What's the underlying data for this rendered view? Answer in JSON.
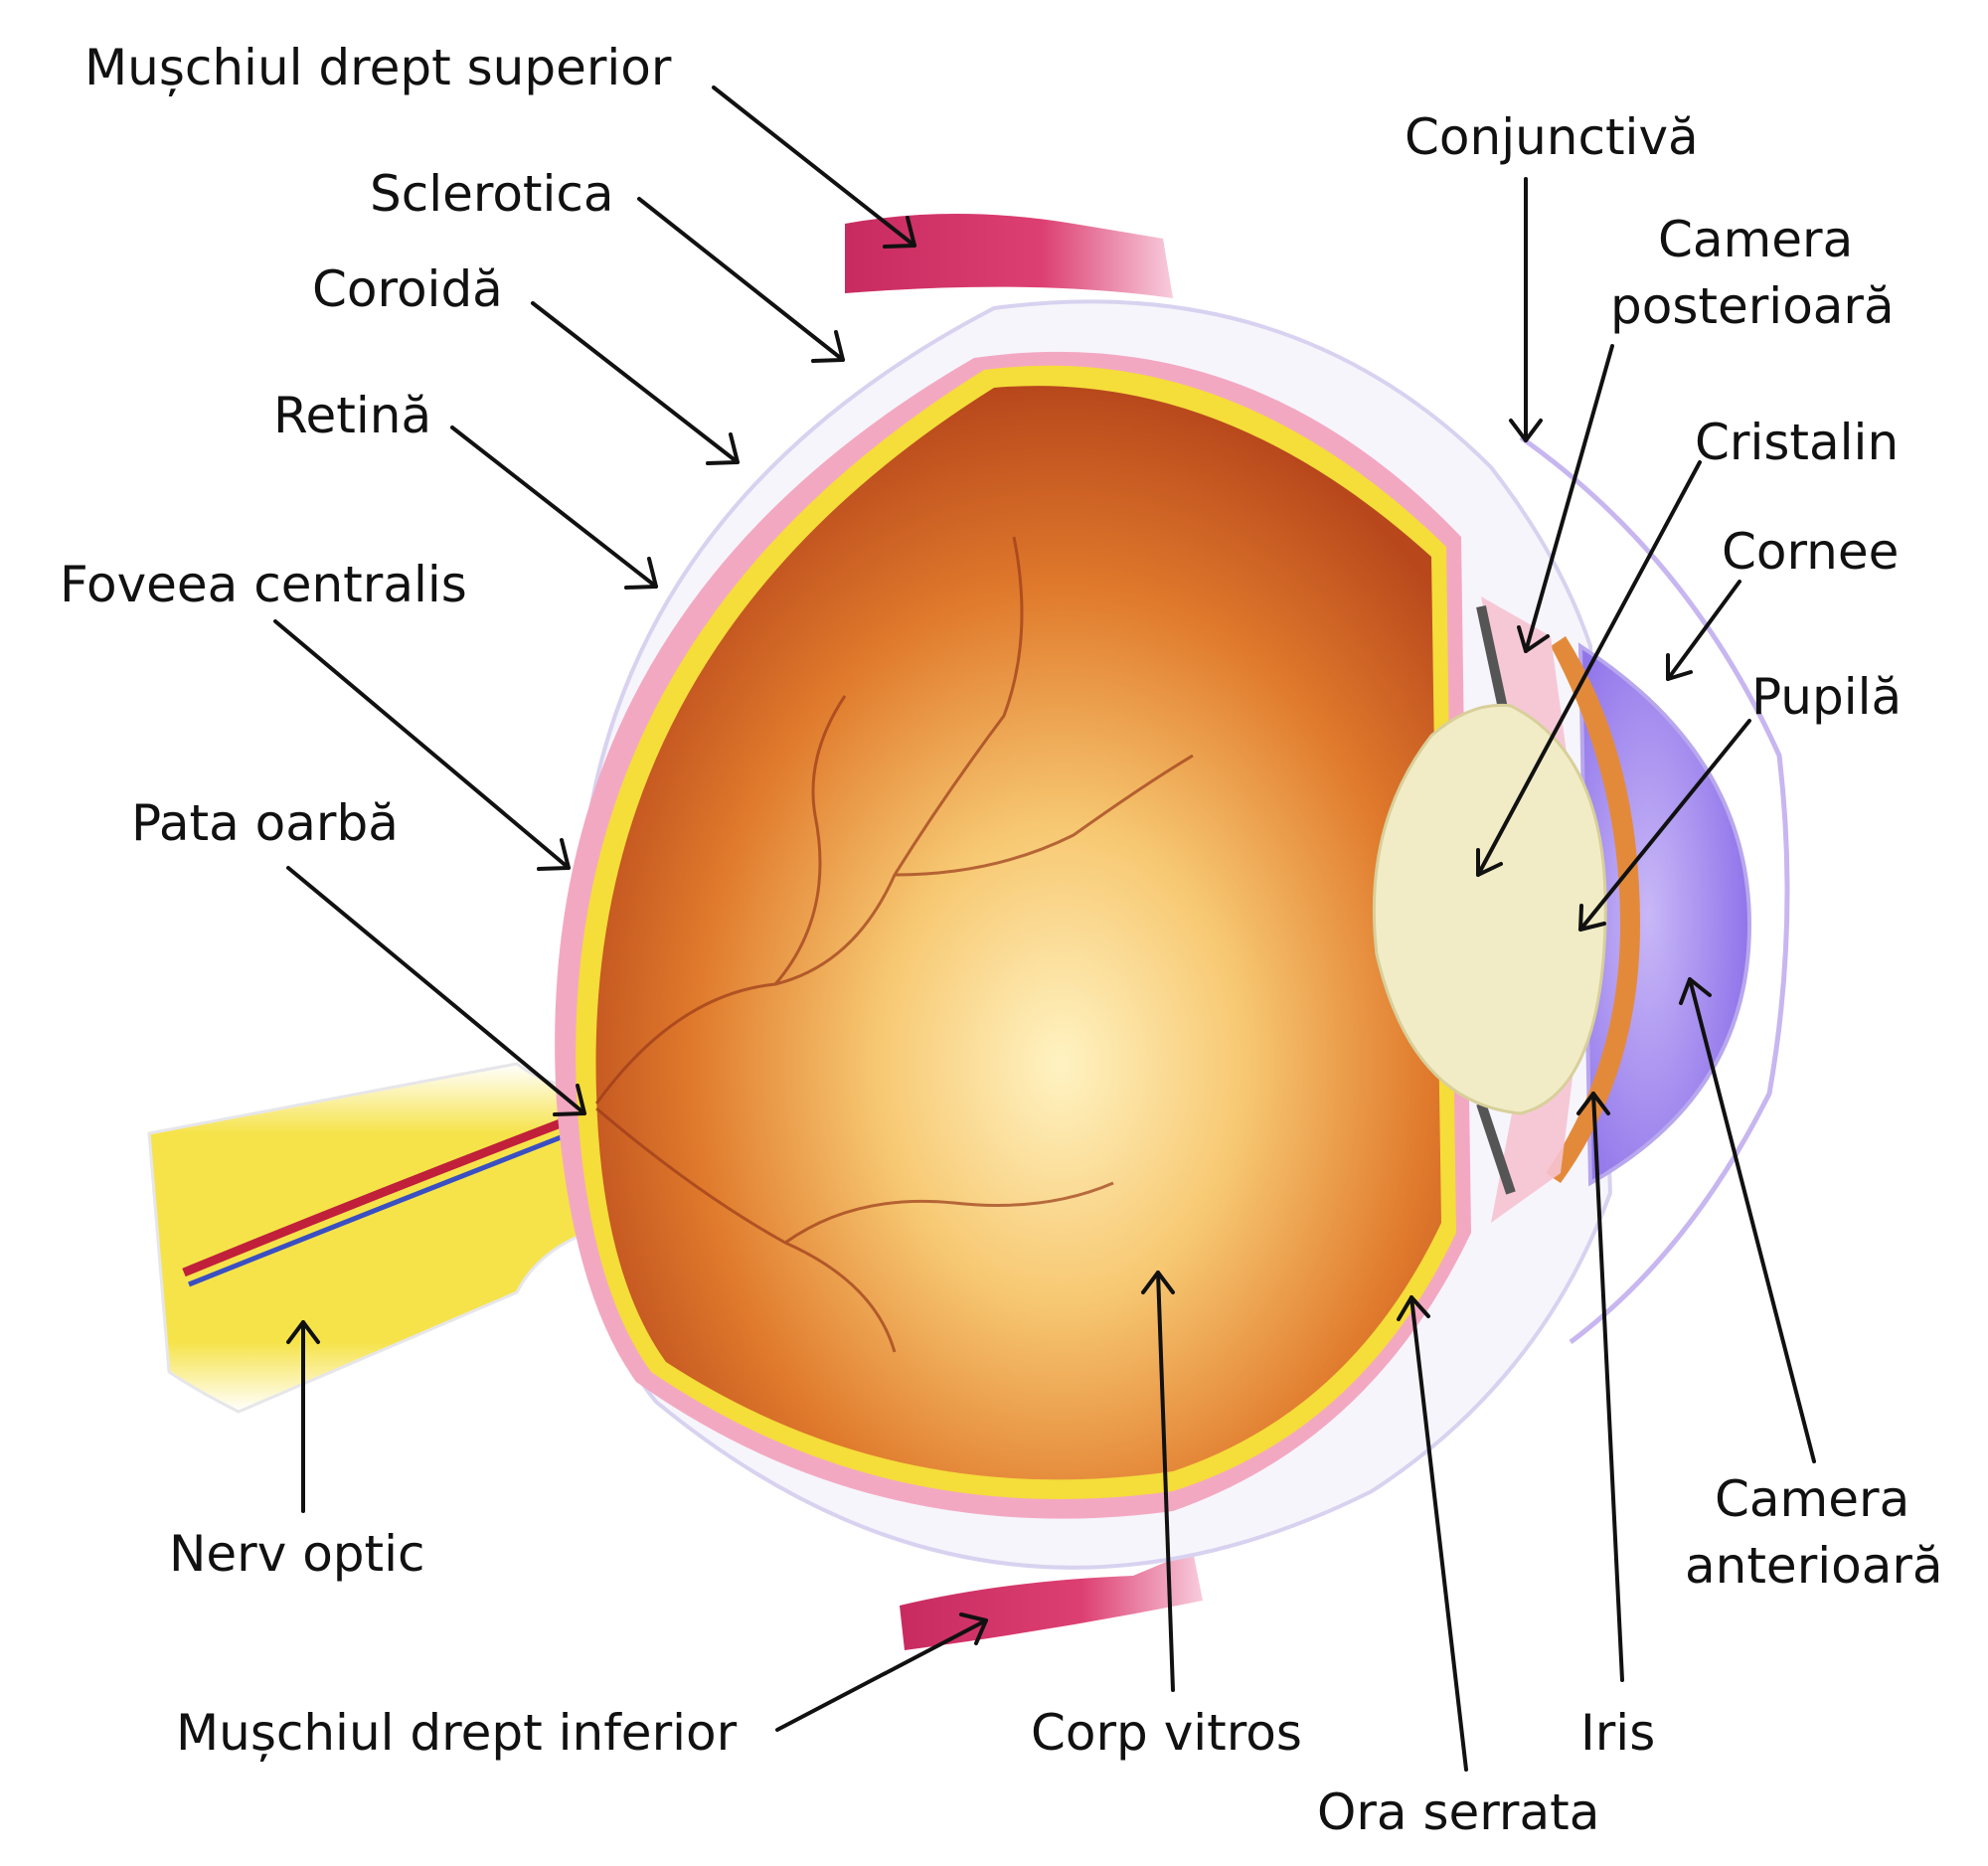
{
  "labels": {
    "superior_rectus": "Mușchiul drept superior",
    "sclera": "Sclerotica",
    "choroid": "Coroidă",
    "retina": "Retină",
    "fovea": "Foveea centralis",
    "blind_spot": "Pata oarbă",
    "optic_nerve": "Nerv optic",
    "inferior_rectus": "Mușchiul drept inferior",
    "vitreous": "Corp vitros",
    "ora_serrata": "Ora serrata",
    "iris": "Iris",
    "anterior_chamber_1": "Camera",
    "anterior_chamber_2": "anterioară",
    "conjunctiva": "Conjunctivă",
    "posterior_chamber_1": "Camera",
    "posterior_chamber_2": "posterioară",
    "lens": "Cristalin",
    "cornea": "Cornee",
    "pupil": "Pupilă"
  }
}
